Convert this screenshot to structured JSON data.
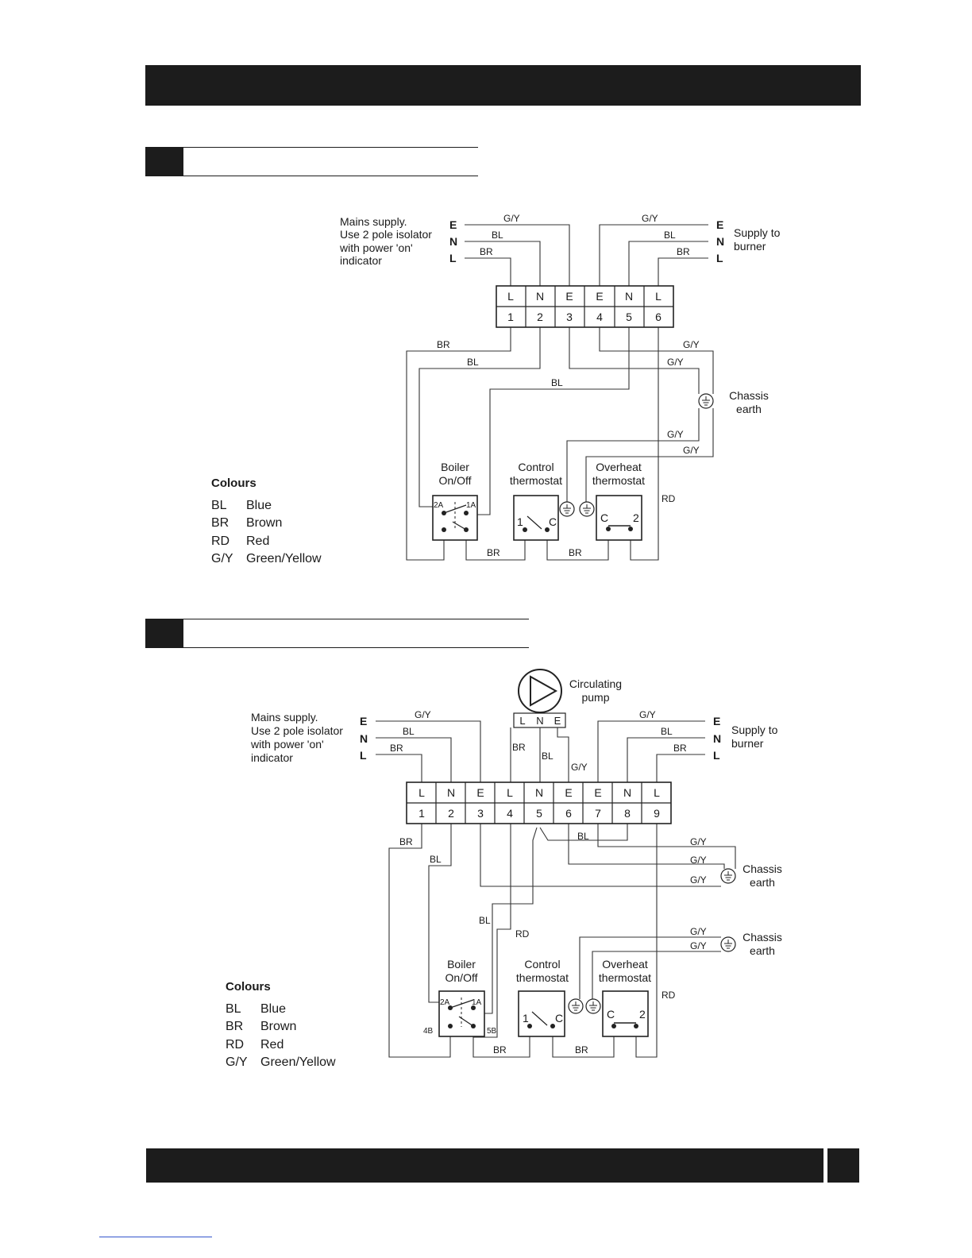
{
  "diagram1": {
    "mains_text": [
      "Mains supply.",
      "Use 2 pole isolator",
      "with power 'on'",
      "indicator"
    ],
    "enl": [
      "E",
      "N",
      "L"
    ],
    "supply_text": [
      "Supply to",
      "burner"
    ],
    "terminal_top": [
      "L",
      "N",
      "E",
      "E",
      "N",
      "L"
    ],
    "terminal_bottom": [
      "1",
      "2",
      "3",
      "4",
      "5",
      "6"
    ],
    "chassis_text": [
      "Chassis",
      "earth"
    ],
    "boiler_text": [
      "Boiler",
      "On/Off"
    ],
    "control_text": [
      "Control",
      "thermostat"
    ],
    "overheat_text": [
      "Overheat",
      "thermostat"
    ],
    "switch_labels": {
      "a2": "2A",
      "a1": "1A"
    },
    "ctl_labels": {
      "one": "1",
      "c": "C"
    },
    "ovh_labels": {
      "c": "C",
      "two": "2"
    }
  },
  "diagram2": {
    "mains_text": [
      "Mains supply.",
      "Use 2 pole isolator",
      "with power 'on'",
      "indicator"
    ],
    "enl": [
      "E",
      "N",
      "L"
    ],
    "supply_text": [
      "Supply to",
      "burner"
    ],
    "pump_text": [
      "Circulating",
      "pump"
    ],
    "pump_terminals": [
      "L",
      "N",
      "E"
    ],
    "terminal_top": [
      "L",
      "N",
      "E",
      "L",
      "N",
      "E",
      "E",
      "N",
      "L"
    ],
    "terminal_bottom": [
      "1",
      "2",
      "3",
      "4",
      "5",
      "6",
      "7",
      "8",
      "9"
    ],
    "chassis_text": [
      "Chassis",
      "earth"
    ],
    "boiler_text": [
      "Boiler",
      "On/Off"
    ],
    "control_text": [
      "Control",
      "thermostat"
    ],
    "overheat_text": [
      "Overheat",
      "thermostat"
    ],
    "switch_labels": {
      "a2": "2A",
      "a1": "1A",
      "b4": "4B",
      "b5": "5B"
    },
    "ctl_labels": {
      "one": "1",
      "c": "C"
    },
    "ovh_labels": {
      "c": "C",
      "two": "2"
    }
  },
  "wire_labels": {
    "gy": "G/Y",
    "bl": "BL",
    "br": "BR",
    "rd": "RD"
  },
  "colours": {
    "heading": "Colours",
    "items": [
      {
        "code": "BL",
        "name": "Blue"
      },
      {
        "code": "BR",
        "name": "Brown"
      },
      {
        "code": "RD",
        "name": "Red"
      },
      {
        "code": "G/Y",
        "name": "Green/Yellow"
      }
    ]
  }
}
